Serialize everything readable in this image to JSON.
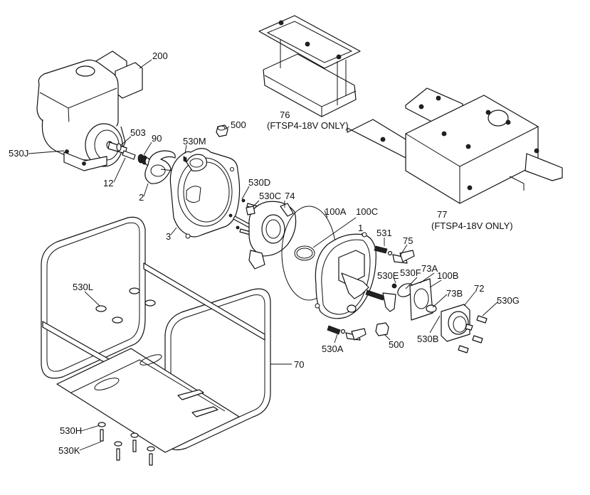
{
  "title": "Pump and frame exploded parts diagram",
  "labels": {
    "l200": "200",
    "l503": "503",
    "l90": "90",
    "l530J": "530J",
    "l12": "12",
    "l2": "2",
    "l530M": "530M",
    "l500a": "500",
    "l76": "76",
    "l76note": "(FTSP4-18V ONLY)",
    "l77": "77",
    "l77note": "(FTSP4-18V ONLY)",
    "l530D": "530D",
    "l530C": "530C",
    "l74": "74",
    "l3": "3",
    "l100A": "100A",
    "l100C": "100C",
    "l1": "1",
    "l531": "531",
    "l75": "75",
    "l530E": "530E",
    "l530F": "530F",
    "l73A": "73A",
    "l100B": "100B",
    "l73B": "73B",
    "l72": "72",
    "l530G": "530G",
    "l530B": "530B",
    "l530A": "530A",
    "l500b": "500",
    "l530L": "530L",
    "l70": "70",
    "l530H": "530H",
    "l530K": "530K"
  }
}
